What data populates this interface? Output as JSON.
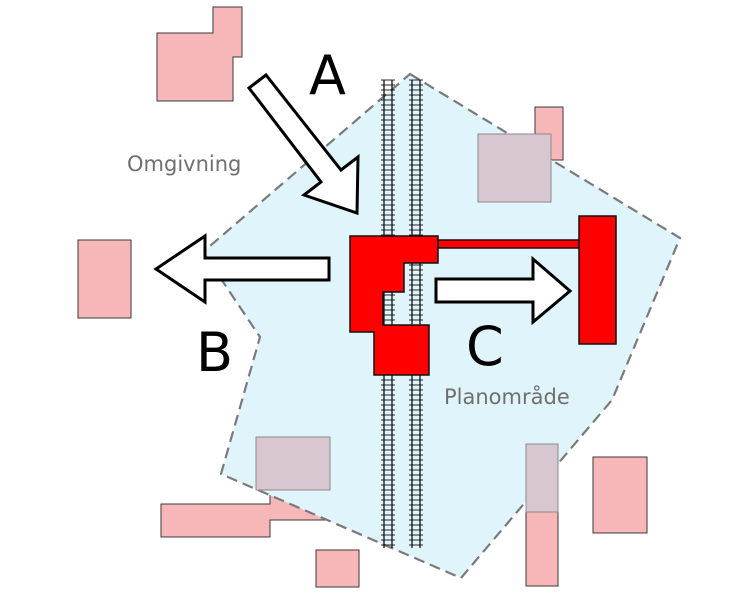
{
  "labels": {
    "surroundings": "Omgivning",
    "plan_area": "Planområde"
  },
  "arrows": {
    "a": "A",
    "b": "B",
    "c": "C"
  },
  "colors": {
    "building": "#f7b6b8",
    "plan_area_fill": "#e0f4fb",
    "station": "#ff0000"
  }
}
